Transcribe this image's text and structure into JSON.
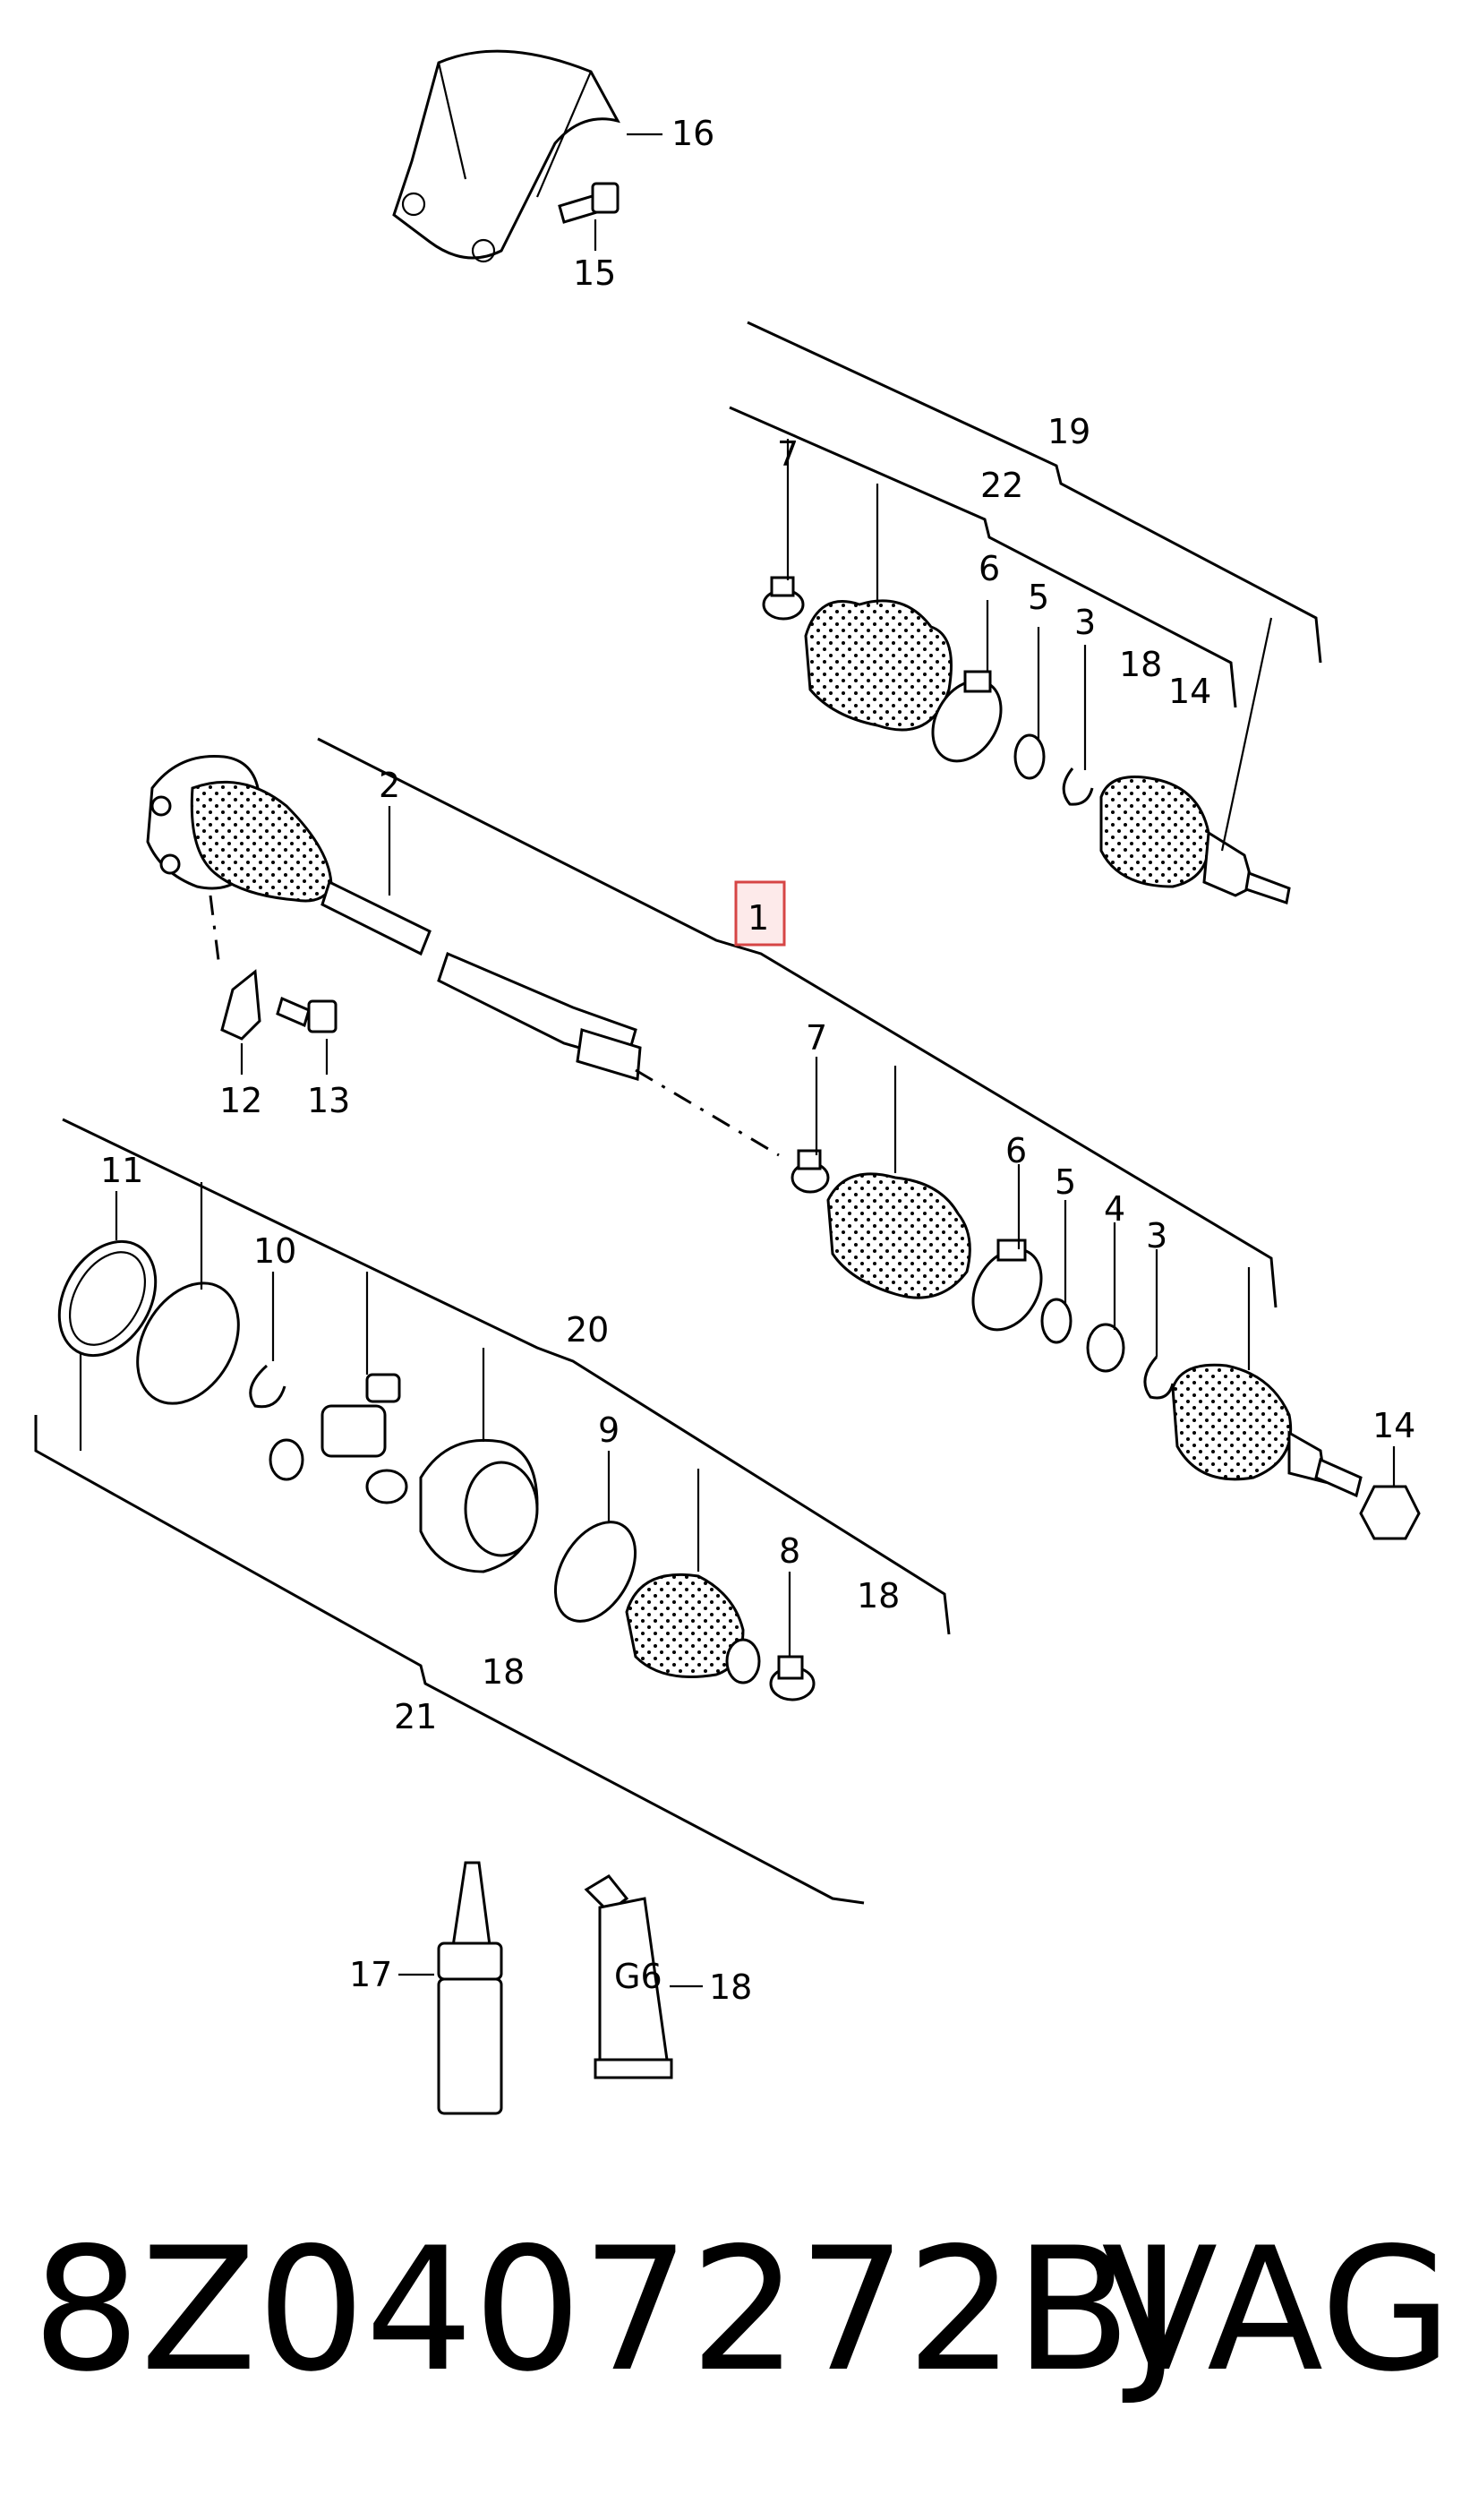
{
  "labels": {
    "l1": "1",
    "l2": "2",
    "l3a": "3",
    "l3b": "3",
    "l4": "4",
    "l5a": "5",
    "l5b": "5",
    "l6a": "6",
    "l6b": "6",
    "l7a": "7",
    "l7b": "7",
    "l8": "8",
    "l9": "9",
    "l10": "10",
    "l11": "11",
    "l12": "12",
    "l13": "13",
    "l14a": "14",
    "l14b": "14",
    "l15": "15",
    "l16": "16",
    "l17": "17",
    "l18a": "18",
    "l18b": "18",
    "l18c": "18",
    "l18d": "18",
    "l19": "19",
    "l20": "20",
    "l21": "21",
    "l22": "22"
  },
  "highlighted_label": "1",
  "tube_marking": "G6",
  "caption": {
    "part_number": "8Z0407272BJ",
    "brand": "VAG"
  },
  "colors": {
    "highlight": "#d64545"
  }
}
